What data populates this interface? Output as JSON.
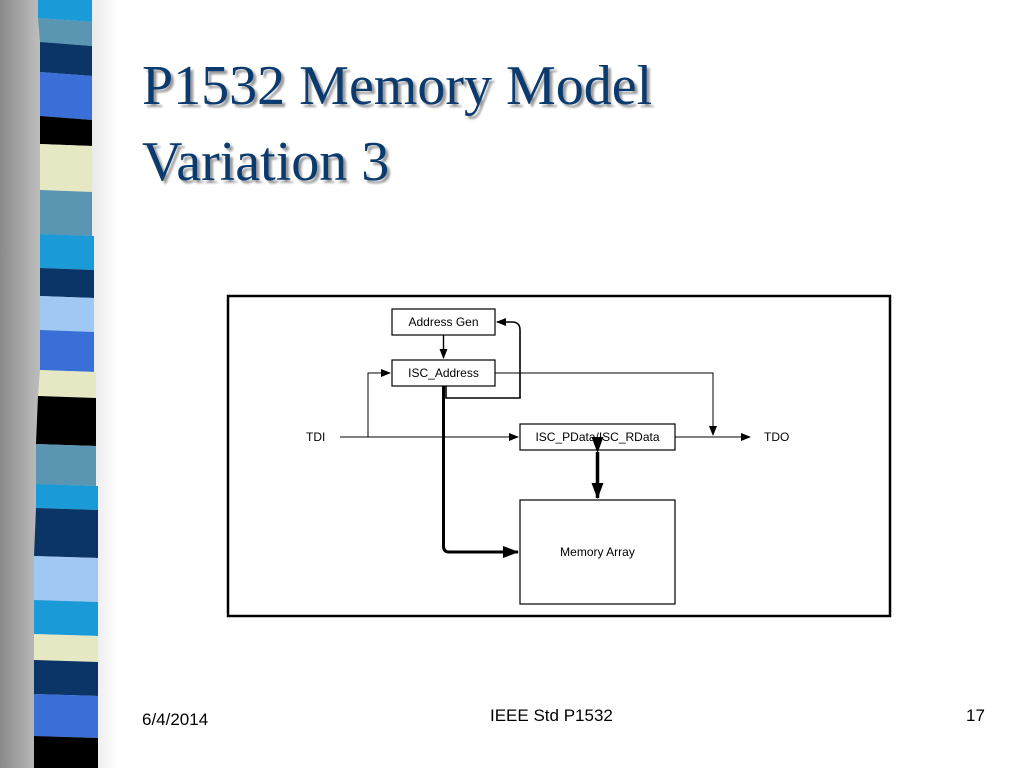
{
  "slide": {
    "title_line1": "P1532 Memory Model",
    "title_line2": "Variation 3"
  },
  "diagram": {
    "blocks": {
      "address_gen": "Address Gen",
      "isc_address": "ISC_Address",
      "isc_data": "ISC_PData/ISC_RData",
      "memory_array": "Memory Array"
    },
    "signals": {
      "tdi": "TDI",
      "tdo": "TDO"
    }
  },
  "footer": {
    "date": "6/4/2014",
    "center": "IEEE Std P1532",
    "page": "17"
  },
  "colors": {
    "title": "#0a3a6e",
    "strip": [
      "#1a9bd7",
      "#0b3566",
      "#3a6fd8",
      "#9fc9f2",
      "#e6e8c4",
      "#000000",
      "#5a95b2"
    ]
  }
}
